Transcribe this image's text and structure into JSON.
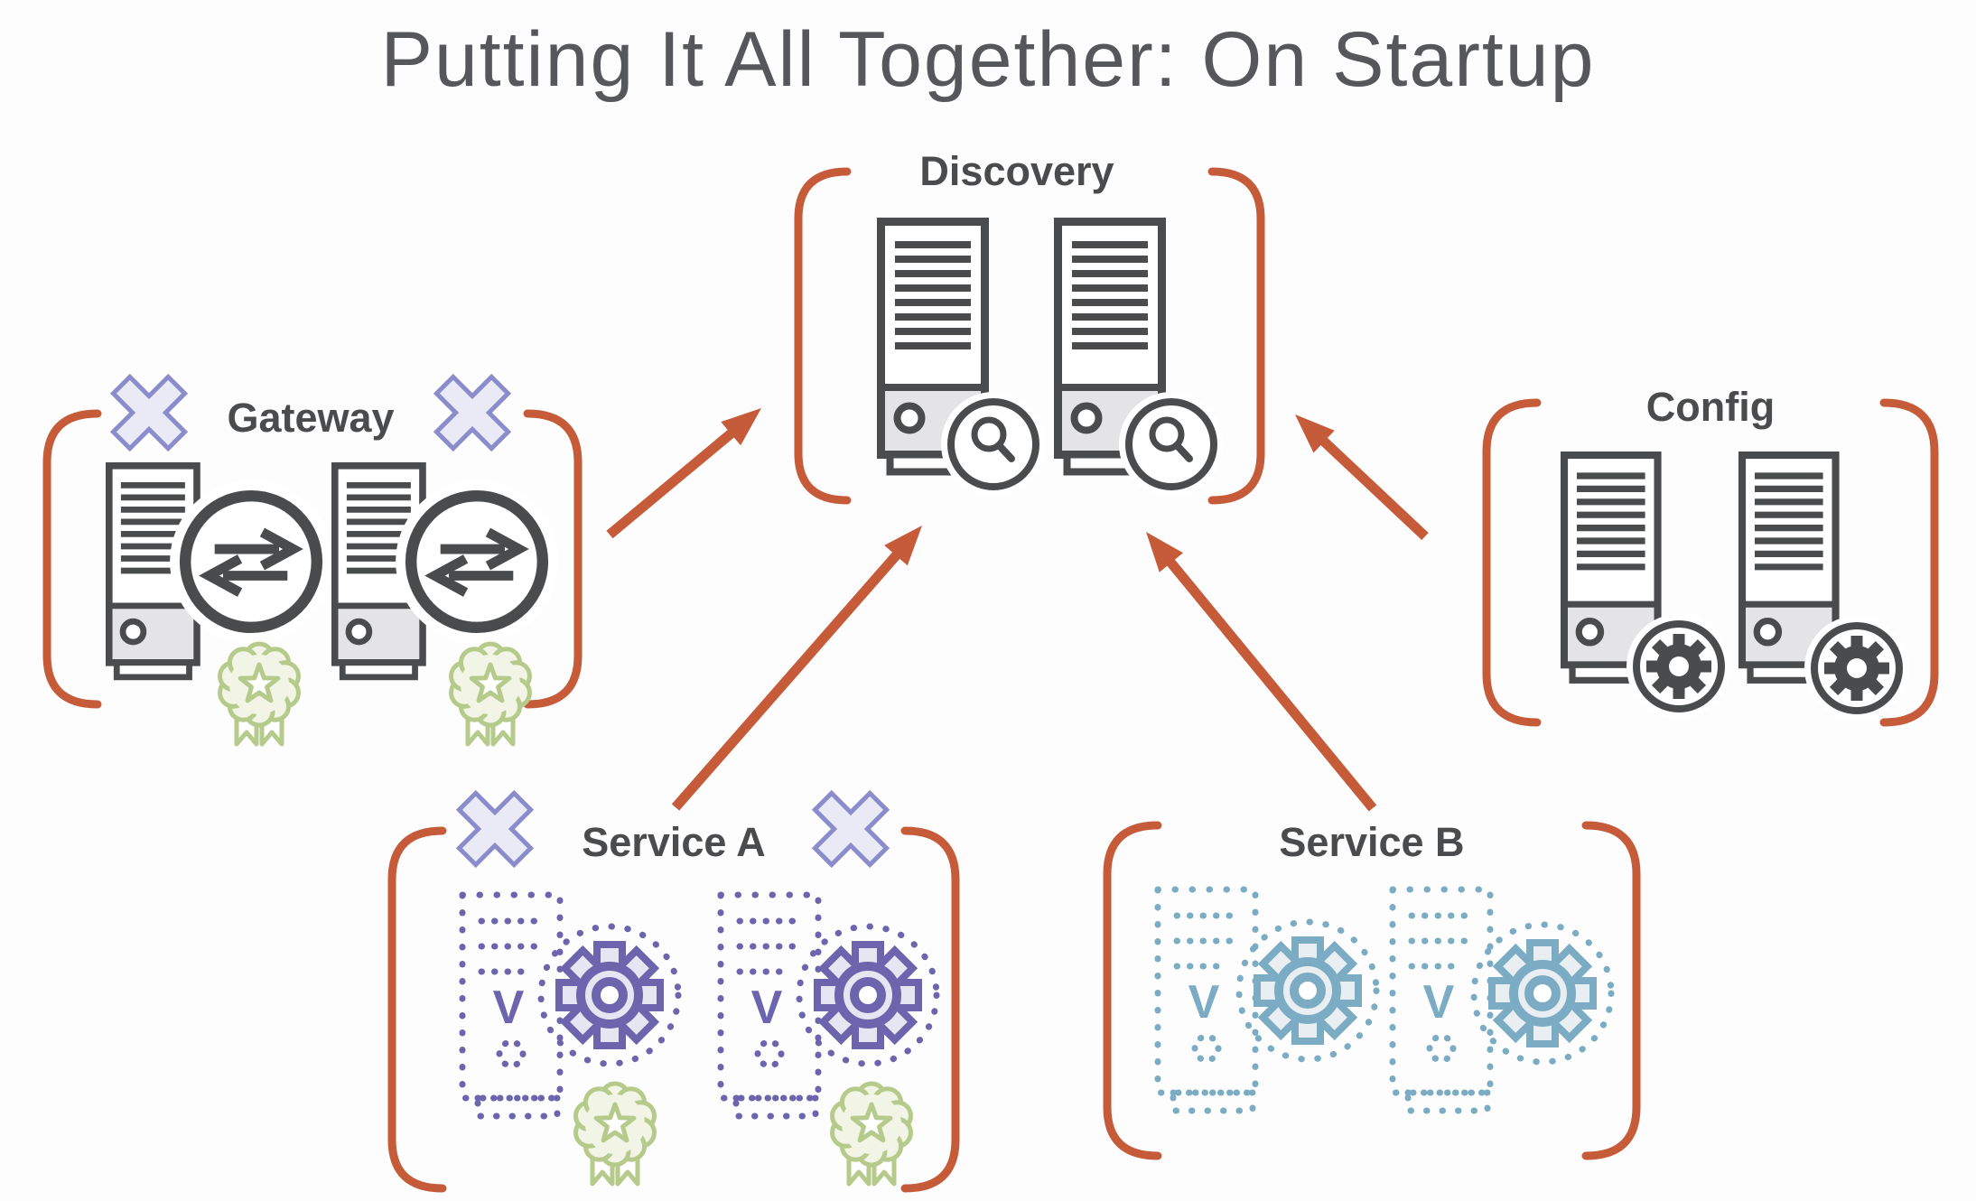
{
  "title": "Putting It All Together: On Startup",
  "clusters": {
    "discovery": {
      "label": "Discovery",
      "instances": 2,
      "badge_icon": "magnifier-icon"
    },
    "gateway": {
      "label": "Gateway",
      "instances": 2,
      "badge_icon": "transfer-arrows-icon",
      "crossed_out": true,
      "certified": true
    },
    "config": {
      "label": "Config",
      "instances": 2,
      "badge_icon": "gear-icon"
    },
    "service_a": {
      "label": "Service A",
      "instances": 2,
      "badge_icon": "gear-icon",
      "style": "dotted",
      "crossed_out": true,
      "certified": true
    },
    "service_b": {
      "label": "Service B",
      "instances": 2,
      "badge_icon": "gear-icon",
      "style": "dotted",
      "crossed_out": false,
      "certified": false
    }
  },
  "icons": {
    "v_label": "V"
  },
  "arrows": [
    {
      "from": "gateway",
      "to": "discovery"
    },
    {
      "from": "service_a",
      "to": "discovery"
    },
    {
      "from": "service_b",
      "to": "discovery"
    },
    {
      "from": "config",
      "to": "discovery"
    }
  ],
  "colors": {
    "orange": "#C65B39",
    "dark": "#4A4B4D",
    "title": "#56575B",
    "panel": "#E4E4E6",
    "purple": "#6C65AE",
    "purple_light": "#E6E6F2",
    "teal": "#7BACC3",
    "teal_light": "#E8EEF2",
    "green": "#B6CB8B",
    "green_light": "#F2F4E6",
    "x_stroke": "#8B8CCB",
    "x_fill": "#EAEAF7"
  }
}
